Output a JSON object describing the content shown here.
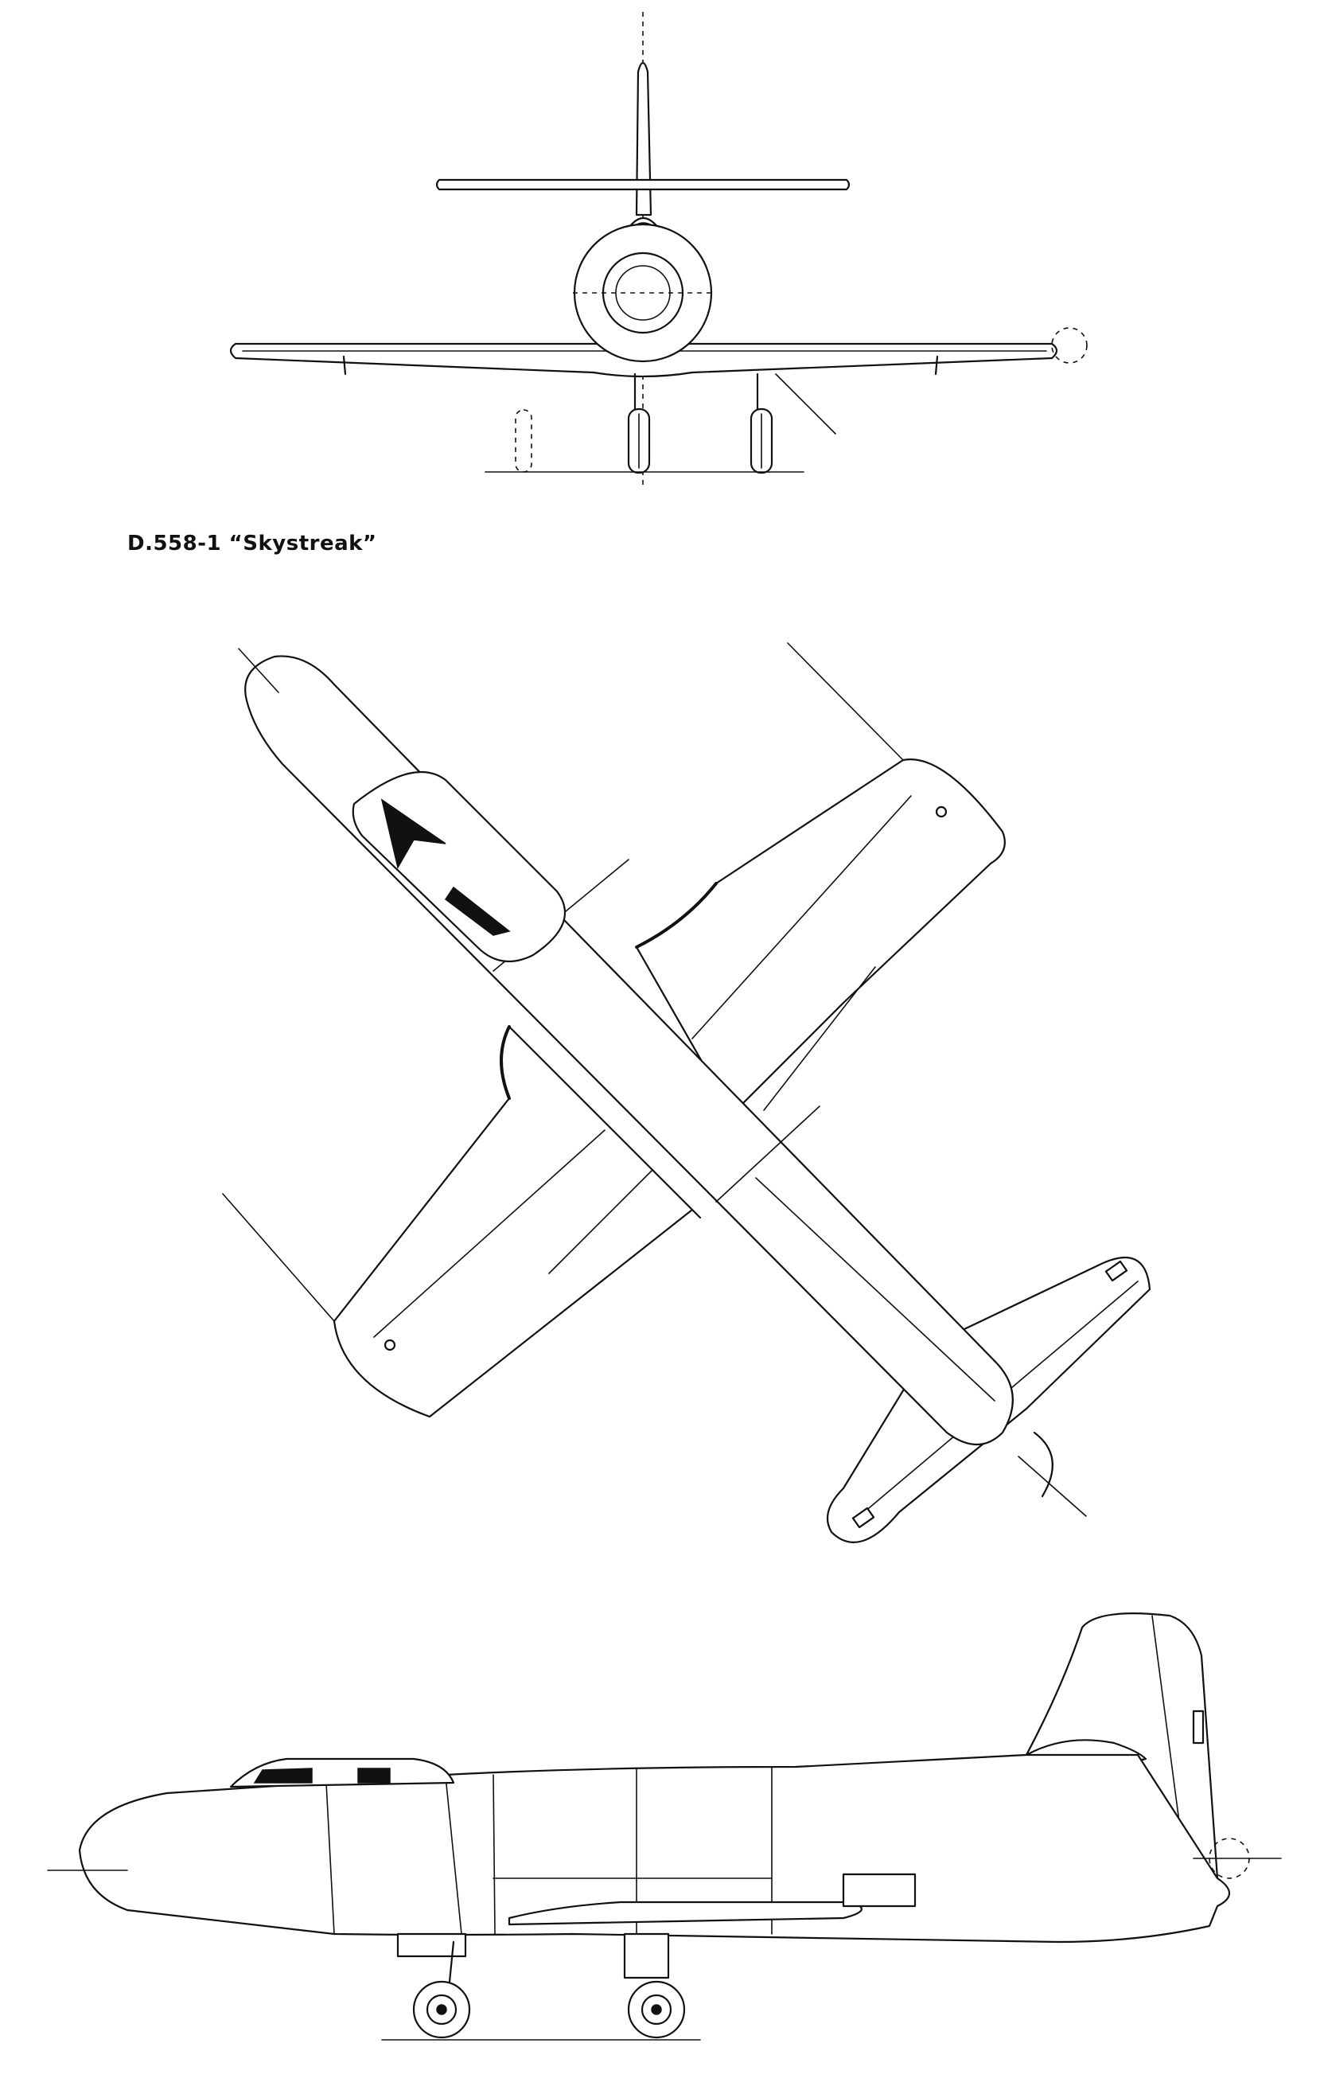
{
  "drawing": {
    "caption": "D.558-1 “Skystreak”"
  },
  "views": [
    "front-view",
    "top-view",
    "side-view"
  ]
}
